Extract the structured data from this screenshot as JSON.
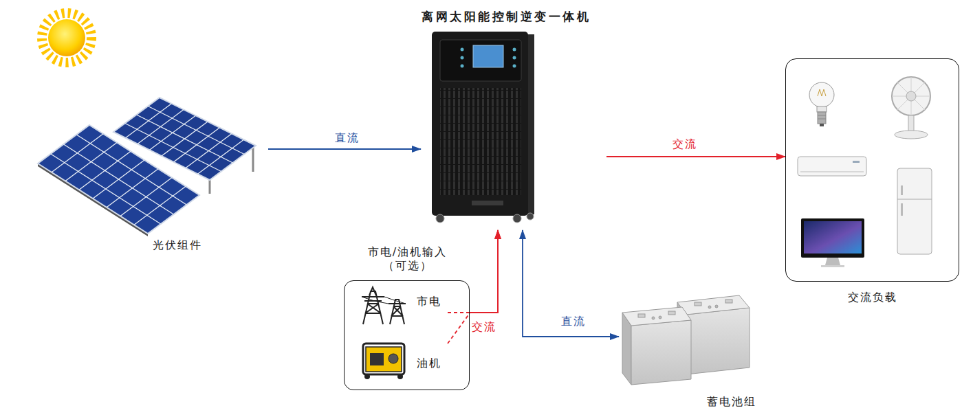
{
  "diagram": {
    "nodes": [
      {
        "text": [
          "光伏组件"
        ]
      },
      {
        "text": [
          "离网太阳能控制逆变一体机"
        ]
      },
      {
        "text": [
          "市电/油机输入 （可选）"
        ]
      },
      {
        "text": [
          "市电"
        ],
        "in": 2
      },
      {
        "text": [
          "油机"
        ],
        "in": 2
      },
      {
        "text": [
          "蓄电池组"
        ]
      },
      {
        "text": [
          "交流负载"
        ]
      }
    ],
    "edges": [
      {
        "from": 0,
        "to": 1,
        "label": "直流",
        "arrow": "to"
      },
      {
        "from": 1,
        "to": 6,
        "label": "交流",
        "arrow": "to"
      },
      {
        "from": 3,
        "to": 1,
        "label": "交流",
        "arrow": "to"
      },
      {
        "from": 4,
        "to": 1,
        "arrow": "to"
      },
      {
        "from": 1,
        "to": 5,
        "label": "直流",
        "arrow": "both"
      }
    ]
  }
}
